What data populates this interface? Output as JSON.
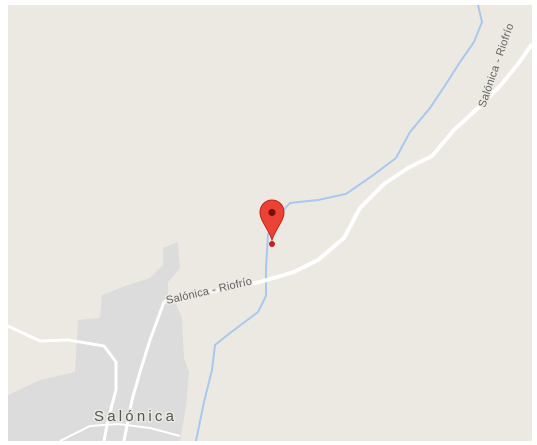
{
  "map": {
    "labels": {
      "road_main": "Salónica - Riofrío",
      "road_upper": "Salónica - Riofrío",
      "town": "Salónica"
    },
    "marker": {
      "icon": "map-pin-icon",
      "color": "#ea4335"
    },
    "colors": {
      "land": "#ebe9e2",
      "road": "#ffffff",
      "river": "#a9c8f0",
      "urban": "#dcdcdc"
    }
  }
}
